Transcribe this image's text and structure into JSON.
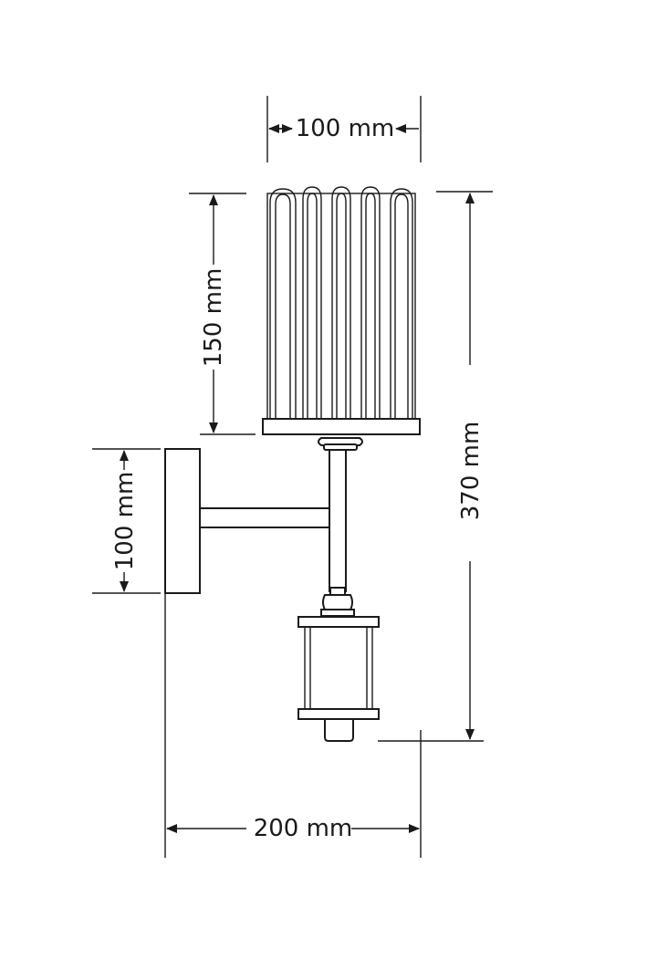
{
  "dimensions": {
    "shade_width": "100 mm",
    "shade_height": "150 mm",
    "total_height": "370 mm",
    "backplate_height": "100 mm",
    "total_depth": "200 mm"
  },
  "colors": {
    "line": "#1a1a1a",
    "background": "#ffffff"
  }
}
